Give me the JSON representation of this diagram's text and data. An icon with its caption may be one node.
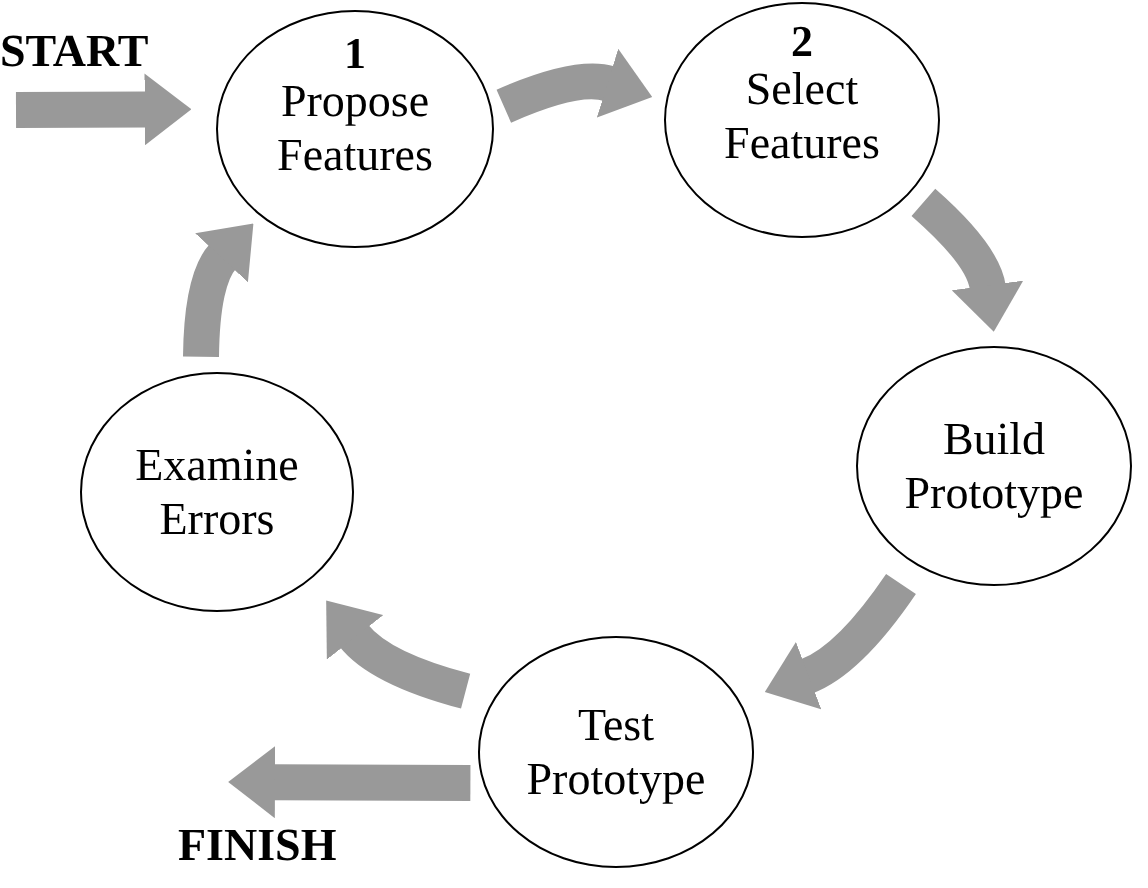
{
  "diagram": {
    "nodes": [
      {
        "text": [
          "1",
          "Propose Features"
        ]
      },
      {
        "text": [
          "2",
          "Select Features"
        ]
      },
      {
        "text": [
          "Build Prototype"
        ]
      },
      {
        "text": [
          "Test Prototype"
        ]
      },
      {
        "text": [
          "Examine Errors"
        ]
      }
    ],
    "edges": [
      {
        "from": null,
        "to": 0,
        "arrow": "to"
      },
      {
        "from": 0,
        "to": 1,
        "arrow": "to"
      },
      {
        "from": 1,
        "to": 2,
        "arrow": "to"
      },
      {
        "from": 2,
        "to": 3,
        "arrow": "to"
      },
      {
        "from": 3,
        "to": 4,
        "arrow": "to"
      },
      {
        "from": 4,
        "to": 0,
        "arrow": "to"
      },
      {
        "from": 3,
        "to": null,
        "arrow": "to"
      }
    ],
    "labels": [
      "START",
      "FINISH"
    ]
  }
}
